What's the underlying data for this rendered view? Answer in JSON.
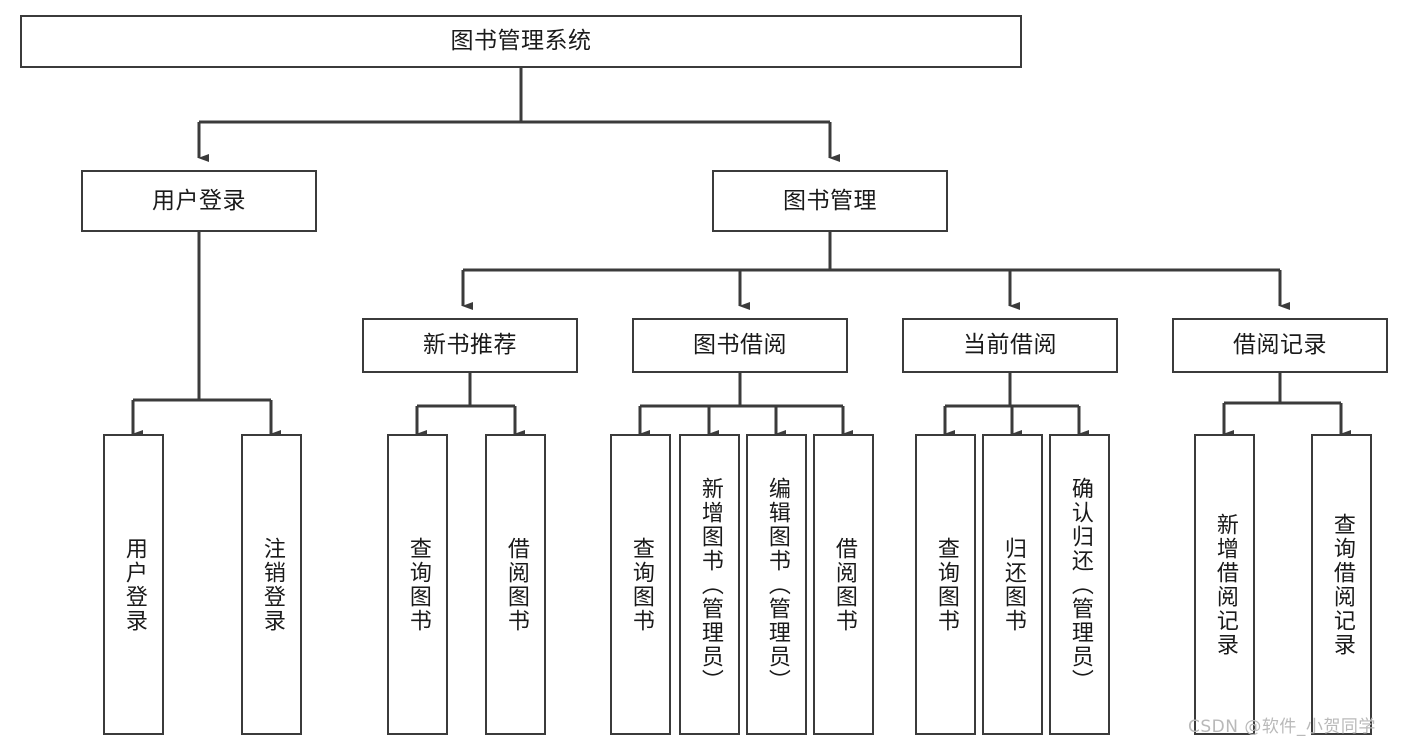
{
  "diagram": {
    "title": "图书管理系统",
    "type": "hierarchy-tree",
    "root": {
      "label": "图书管理系统"
    },
    "level2": [
      {
        "label": "用户登录"
      },
      {
        "label": "图书管理"
      }
    ],
    "level3": [
      {
        "label": "新书推荐"
      },
      {
        "label": "图书借阅"
      },
      {
        "label": "当前借阅"
      },
      {
        "label": "借阅记录"
      }
    ],
    "leaves": {
      "user_login": [
        {
          "label": "用户登录"
        },
        {
          "label": "注销登录"
        }
      ],
      "new_book_recommend": [
        {
          "label": "查询图书"
        },
        {
          "label": "借阅图书"
        }
      ],
      "book_borrow": [
        {
          "label": "查询图书"
        },
        {
          "label": "新增图书（管理员）"
        },
        {
          "label": "编辑图书（管理员）"
        },
        {
          "label": "借阅图书"
        }
      ],
      "current_borrow": [
        {
          "label": "查询图书"
        },
        {
          "label": "归还图书"
        },
        {
          "label": "确认归还（管理员）"
        }
      ],
      "borrow_record": [
        {
          "label": "新增借阅记录"
        },
        {
          "label": "查询借阅记录"
        }
      ]
    }
  },
  "watermark": {
    "text": "CSDN @软件_小贺同学"
  },
  "colors": {
    "stroke": "#3b3b3b",
    "background": "#ffffff",
    "text": "#1a1a1a",
    "watermark": "#b9b9b9"
  }
}
